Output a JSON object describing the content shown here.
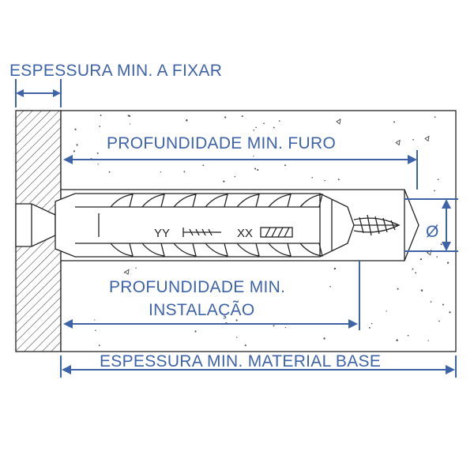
{
  "labels": {
    "min_fix_thickness": "ESPESSURA MIN. A FIXAR",
    "min_hole_depth": "PROFUNDIDADE MIN. FURO",
    "min_install_depth_line1": "PROFUNDIDADE MIN.",
    "min_install_depth_line2": "INSTALAÇÃO",
    "min_base_thickness": "ESPESSURA MIN. MATERIAL BASE",
    "diameter_symbol": "Ø"
  },
  "anchor_marks": {
    "left": "YY",
    "right": "XX"
  },
  "colors": {
    "dimension": "#3e63a8",
    "outline": "#222222",
    "background": "#ffffff"
  }
}
